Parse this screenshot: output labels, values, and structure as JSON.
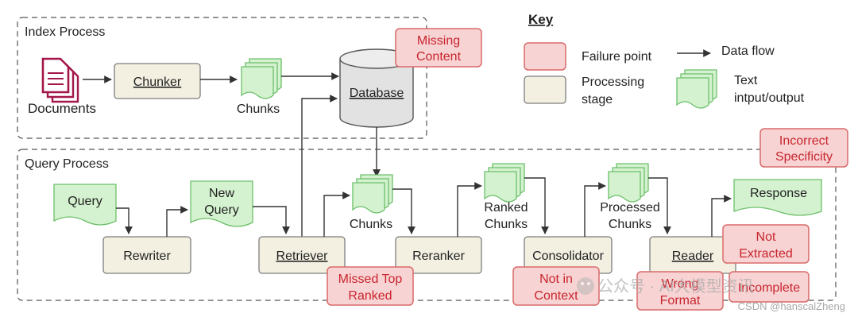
{
  "groups": {
    "index_title": "Index Process",
    "query_title": "Query Process"
  },
  "key": {
    "title": "Key",
    "failure_point": "Failure point",
    "processing_stage_1": "Processing",
    "processing_stage_2": "stage",
    "data_flow": "Data flow",
    "text_io_1": "Text",
    "text_io_2": "intput/output"
  },
  "index": {
    "documents": "Documents",
    "chunker": "Chunker",
    "chunks": "Chunks",
    "database": "Database"
  },
  "query": {
    "query": "Query",
    "new_query_1": "New",
    "new_query_2": "Query",
    "rewriter": "Rewriter",
    "retriever": "Retriever",
    "chunks": "Chunks",
    "reranker": "Reranker",
    "ranked_chunks_1": "Ranked",
    "ranked_chunks_2": "Chunks",
    "consolidator": "Consolidator",
    "processed_chunks_1": "Processed",
    "processed_chunks_2": "Chunks",
    "reader": "Reader",
    "response": "Response"
  },
  "failures": {
    "missing_content_1": "Missing",
    "missing_content_2": "Content",
    "incorrect_specificity_1": "Incorrect",
    "incorrect_specificity_2": "Specificity",
    "missed_top_ranked_1": "Missed Top",
    "missed_top_ranked_2": "Ranked",
    "not_in_context_1": "Not in",
    "not_in_context_2": "Context",
    "not_extracted_1": "Not",
    "not_extracted_2": "Extracted",
    "wrong_format_1": "Wrong",
    "wrong_format_2": "Format",
    "incomplete": "Incomplete"
  },
  "watermark": {
    "channel": "公众号 · AI大模型资讯",
    "csdn": "CSDN @hanscalZheng"
  },
  "colors": {
    "failure_fill": "#f8d3d3",
    "failure_text": "#c8252e",
    "processing_fill": "#f3f0e2",
    "text_io_fill": "#d4f2cf",
    "database_fill": "#e2e2e2",
    "documents_icon": "#a3174a"
  }
}
